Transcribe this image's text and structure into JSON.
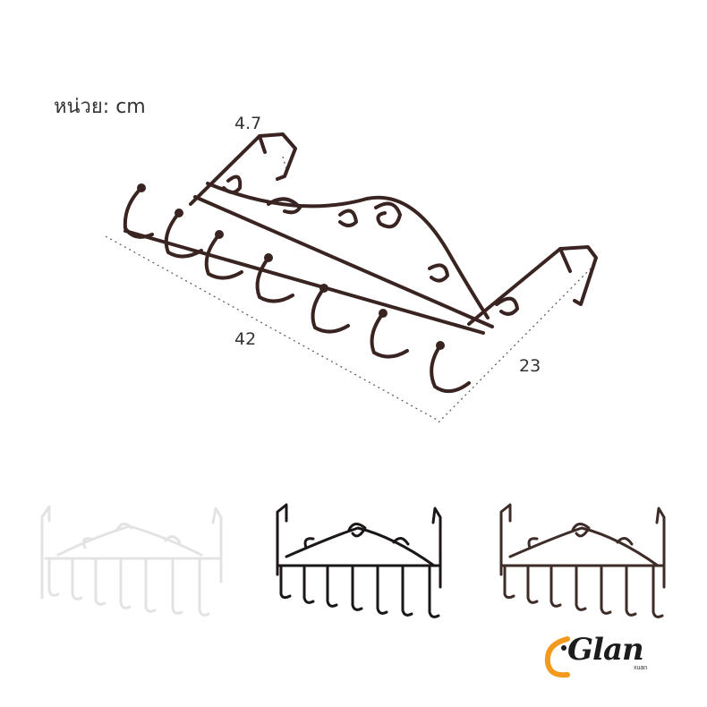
{
  "unit_label": "หน่วย: cm",
  "dimensions": {
    "depth": "4.7",
    "length": "42",
    "height": "23"
  },
  "variants": [
    {
      "name": "white",
      "color": "#e3e3e3"
    },
    {
      "name": "black",
      "color": "#1b1716"
    },
    {
      "name": "brown",
      "color": "#3e2c28"
    }
  ],
  "main_color": "#3a2421",
  "logo": {
    "text": "Glan",
    "subtext": "xuan",
    "accent": "#f39a1e"
  }
}
